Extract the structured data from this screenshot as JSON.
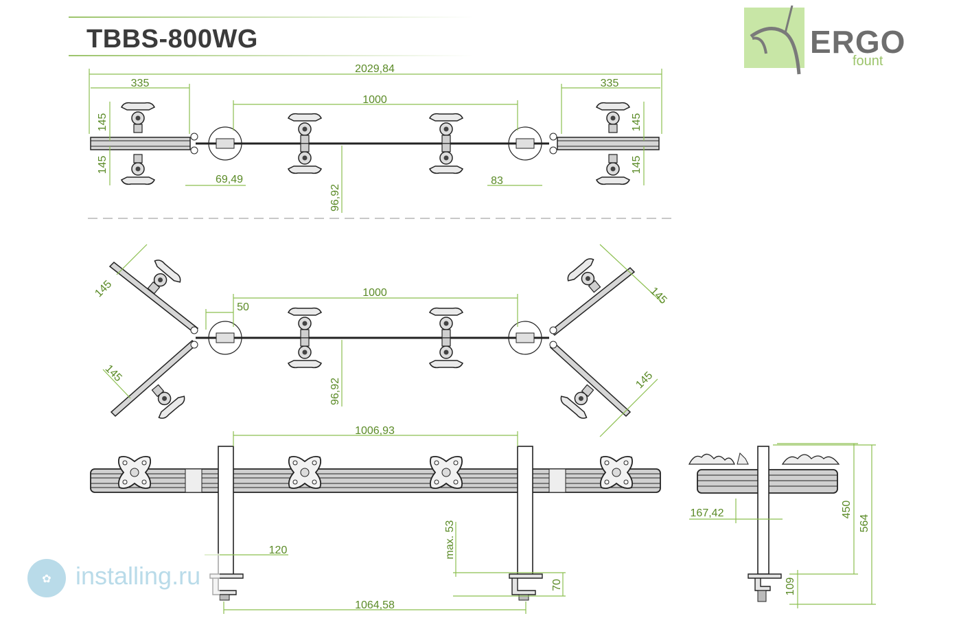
{
  "title": "TBBS-800WG",
  "logo": {
    "word": "ERGO",
    "sub": "fount",
    "colors": {
      "green": "#9cc46b",
      "box": "#c8e6a6",
      "gray": "#6e6e6e"
    }
  },
  "watermark": {
    "text": "installing.ru",
    "color": "#b9dbe9"
  },
  "colors": {
    "dimension": "#8cbf4f",
    "dimension_text": "#5a8a26",
    "line": "#222222",
    "steel": "#cfcfcf"
  },
  "views": {
    "top": {
      "overall": "2029,84",
      "left_span": "335",
      "right_span": "335",
      "center_span": "1000",
      "left_up": "145",
      "left_down": "145",
      "right_up": "145",
      "right_down": "145",
      "left_offset": "69,49",
      "right_offset": "83",
      "depth": "96,92"
    },
    "angled": {
      "arm_ul": "145",
      "arm_ll": "145",
      "arm_ur": "145",
      "arm_lr": "145",
      "small": "50",
      "center_span": "1000",
      "depth": "96,92"
    },
    "front": {
      "pole_span": "1006,93",
      "clamp": "120",
      "clamp_max": "max. 53",
      "clamp_height": "70",
      "base_span": "1064,58"
    },
    "side": {
      "offset": "167,42",
      "height": "450",
      "total_height": "564",
      "base": "109"
    }
  }
}
